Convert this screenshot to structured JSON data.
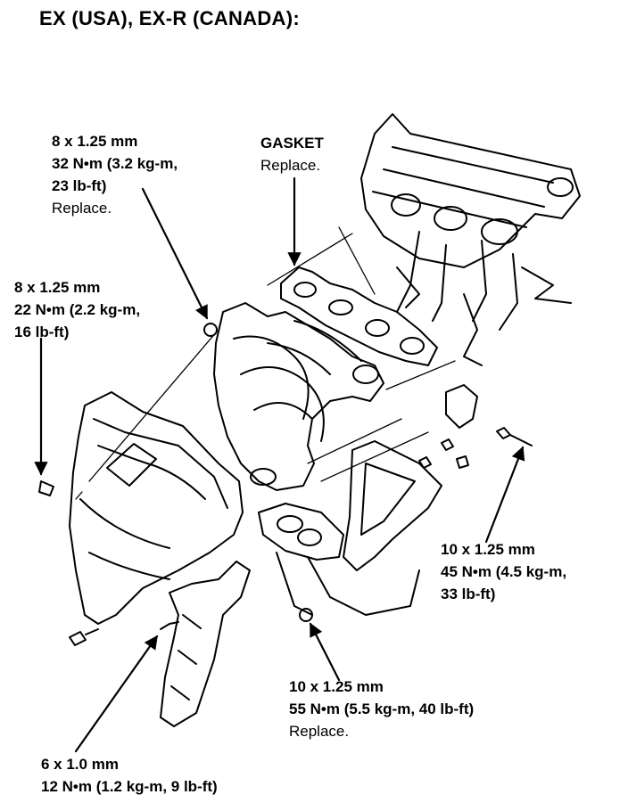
{
  "heading": "EX (USA), EX-R (CANADA):",
  "callouts": {
    "upper_nut": {
      "size": "8 x 1.25 mm",
      "torque": "32 N•m (3.2 kg-m,",
      "torque2": "23 lb-ft)",
      "note": "Replace."
    },
    "gasket": {
      "title": "GASKET",
      "note": "Replace."
    },
    "left_bolt": {
      "size": "8 x 1.25 mm",
      "torque": "22 N•m (2.2 kg-m,",
      "torque2": "16 lb-ft)"
    },
    "bracket_bolt": {
      "size": "10 x 1.25 mm",
      "torque": "45 N•m (4.5 kg-m,",
      "torque2": "33 lb-ft)"
    },
    "flange_nut": {
      "size": "10 x 1.25 mm",
      "torque": "55 N•m (5.5 kg-m, 40 lb-ft)",
      "note": "Replace."
    },
    "small_bolt": {
      "size": "6 x 1.0 mm",
      "torque": "12 N•m (1.2 kg-m, 9 lb-ft)"
    }
  }
}
